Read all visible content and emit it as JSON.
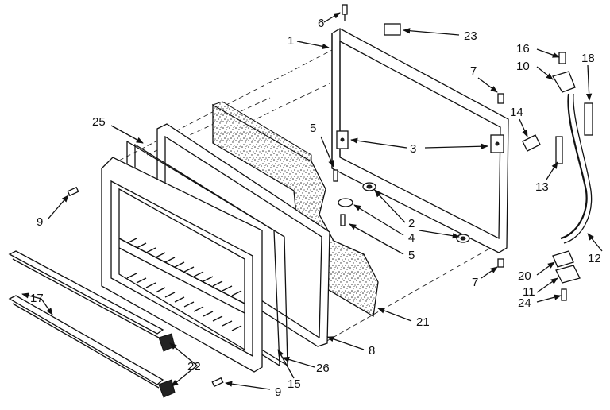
{
  "callouts": [
    {
      "id": "c1",
      "text": "1"
    },
    {
      "id": "c2",
      "text": "2"
    },
    {
      "id": "c3",
      "text": "3"
    },
    {
      "id": "c4",
      "text": "4"
    },
    {
      "id": "c5a",
      "text": "5"
    },
    {
      "id": "c5b",
      "text": "5"
    },
    {
      "id": "c6",
      "text": "6"
    },
    {
      "id": "c7a",
      "text": "7"
    },
    {
      "id": "c7b",
      "text": "7"
    },
    {
      "id": "c8",
      "text": "8"
    },
    {
      "id": "c9a",
      "text": "9"
    },
    {
      "id": "c9b",
      "text": "9"
    },
    {
      "id": "c10",
      "text": "10"
    },
    {
      "id": "c11",
      "text": "11"
    },
    {
      "id": "c12",
      "text": "12"
    },
    {
      "id": "c13",
      "text": "13"
    },
    {
      "id": "c14",
      "text": "14"
    },
    {
      "id": "c15",
      "text": "15"
    },
    {
      "id": "c16",
      "text": "16"
    },
    {
      "id": "c17",
      "text": "17"
    },
    {
      "id": "c18",
      "text": "18"
    },
    {
      "id": "c20",
      "text": "20"
    },
    {
      "id": "c21",
      "text": "21"
    },
    {
      "id": "c22",
      "text": "22"
    },
    {
      "id": "c23",
      "text": "23"
    },
    {
      "id": "c24",
      "text": "24"
    },
    {
      "id": "c25",
      "text": "25"
    },
    {
      "id": "c26",
      "text": "26"
    }
  ]
}
